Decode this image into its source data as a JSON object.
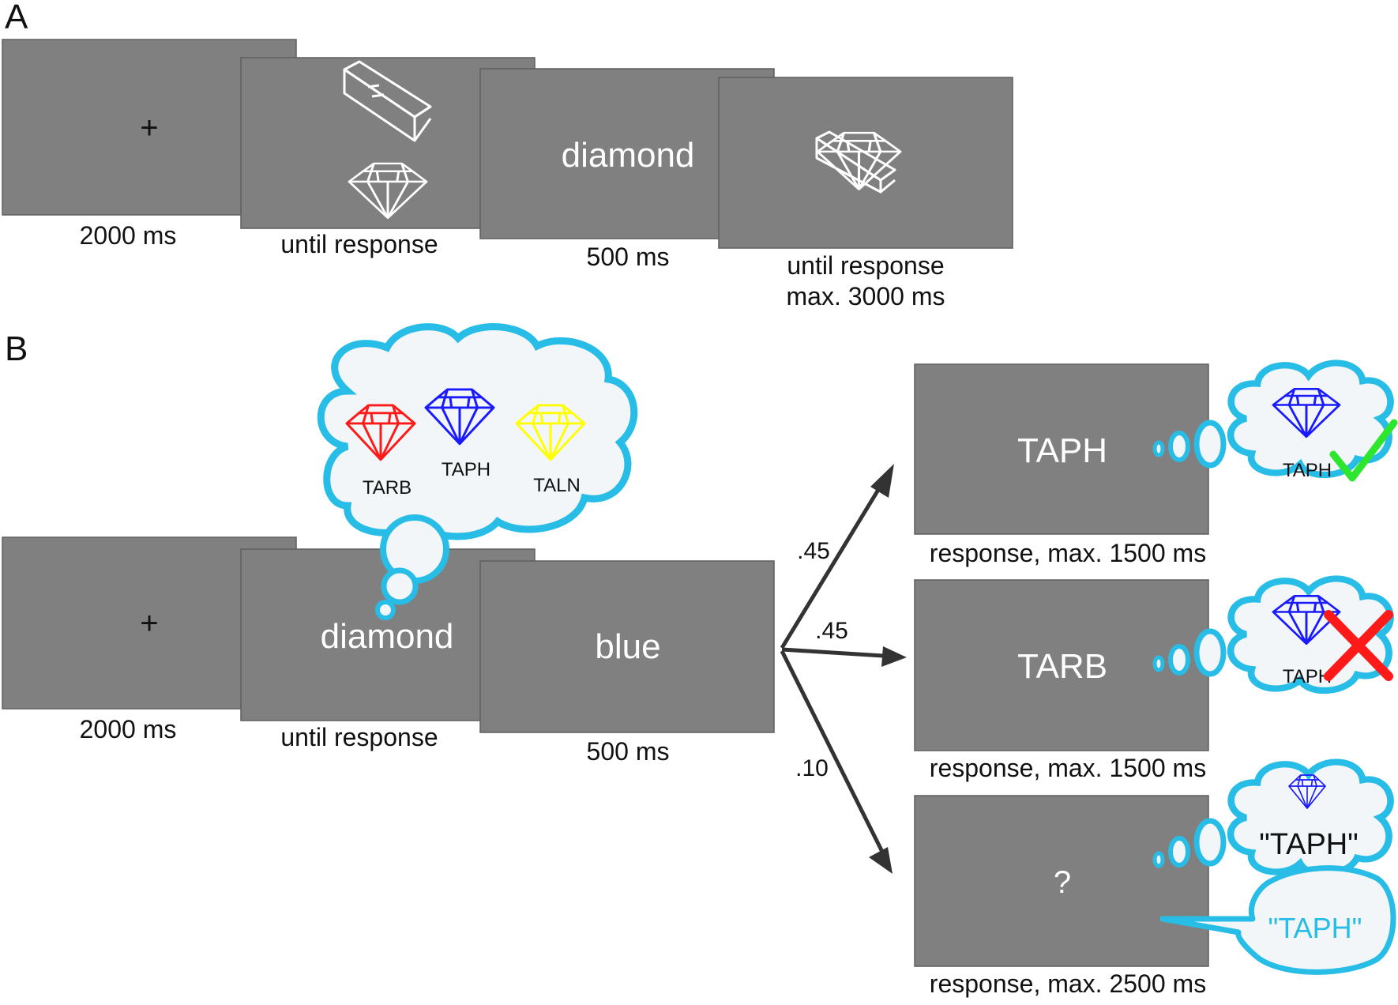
{
  "panels": {
    "a": {
      "letter": "A",
      "fixation": "+",
      "fixation_time": "2000 ms",
      "preview_time": "until response",
      "cue_word": "diamond",
      "cue_time": "500 ms",
      "probe_time_1": "until response",
      "probe_time_2": "max. 3000 ms"
    },
    "b": {
      "letter": "B",
      "fixation": "+",
      "fixation_time": "2000 ms",
      "word": "diamond",
      "word_time": "until response",
      "color_cue": "blue",
      "color_time": "500 ms",
      "thought_labels": [
        "TARB",
        "TAPH",
        "TALN"
      ],
      "branches": [
        {
          "prob": ".45",
          "screen_text": "TAPH",
          "time": "response, max. 1500 ms",
          "thought": "TAPH"
        },
        {
          "prob": ".45",
          "screen_text": "TARB",
          "time": "response, max. 1500 ms",
          "thought": "TAPH"
        },
        {
          "prob": ".10",
          "screen_text": "?",
          "time": "response, max. 2500 ms",
          "thought": "\"TAPH\"",
          "speech": "\"TAPH\""
        }
      ]
    }
  },
  "colors": {
    "screen": "#808080",
    "cloud_outline": "#27bde7",
    "gem_red": "#ff1a1a",
    "gem_blue": "#1a1aff",
    "gem_yellow": "#ffff00",
    "check": "#2ee62e",
    "cross": "#ff1a1a"
  },
  "icons": [
    "fixation-cross",
    "book-icon",
    "diamond-icon",
    "thought-cloud",
    "speech-bubble",
    "checkmark-icon",
    "cross-icon"
  ]
}
